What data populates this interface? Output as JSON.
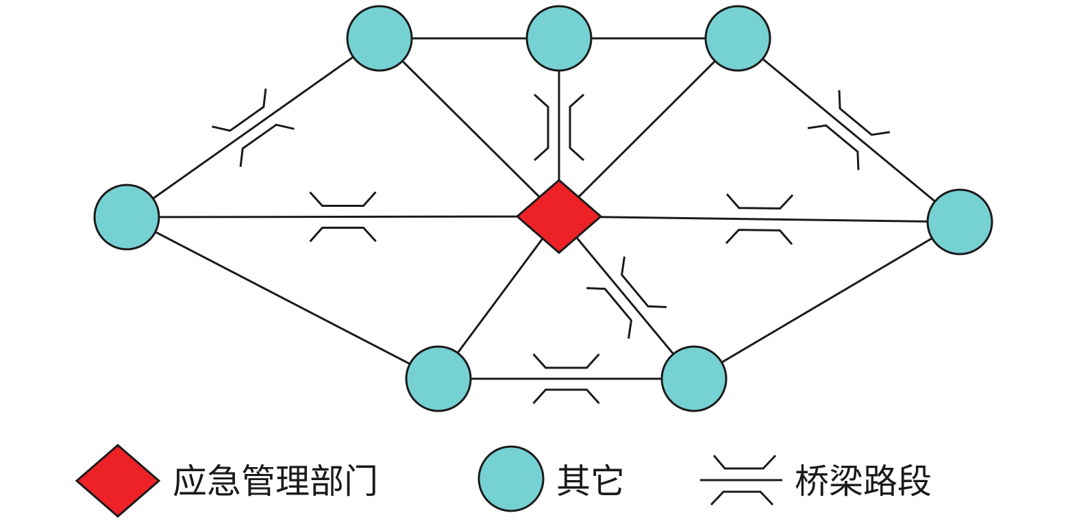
{
  "colors": {
    "node_fill": "#76d1d3",
    "center_fill": "#ec2227",
    "stroke": "#1a1a1a",
    "background": "#ffffff"
  },
  "legend": {
    "emergency_dept": {
      "label": "应急管理部门",
      "symbol": "red-diamond"
    },
    "other": {
      "label": "其它",
      "symbol": "cyan-circle"
    },
    "bridge": {
      "label": "桥梁路段",
      "symbol": "bridge-symbol"
    }
  },
  "nodes": [
    {
      "id": "n-top-left",
      "type": "other"
    },
    {
      "id": "n-top-center",
      "type": "other"
    },
    {
      "id": "n-top-right",
      "type": "other"
    },
    {
      "id": "n-left",
      "type": "other"
    },
    {
      "id": "n-right",
      "type": "other"
    },
    {
      "id": "n-bottom-left",
      "type": "other"
    },
    {
      "id": "n-bottom-right",
      "type": "other"
    },
    {
      "id": "n-center",
      "type": "emergency_dept"
    }
  ],
  "edges": [
    {
      "from": "n-top-left",
      "to": "n-top-center",
      "bridge": false
    },
    {
      "from": "n-top-center",
      "to": "n-top-right",
      "bridge": false
    },
    {
      "from": "n-top-left",
      "to": "n-left",
      "bridge": true
    },
    {
      "from": "n-top-left",
      "to": "n-center",
      "bridge": false
    },
    {
      "from": "n-top-center",
      "to": "n-center",
      "bridge": true
    },
    {
      "from": "n-top-right",
      "to": "n-center",
      "bridge": false
    },
    {
      "from": "n-top-right",
      "to": "n-right",
      "bridge": true
    },
    {
      "from": "n-left",
      "to": "n-center",
      "bridge": true
    },
    {
      "from": "n-center",
      "to": "n-right",
      "bridge": true
    },
    {
      "from": "n-left",
      "to": "n-bottom-left",
      "bridge": false
    },
    {
      "from": "n-center",
      "to": "n-bottom-left",
      "bridge": false
    },
    {
      "from": "n-center",
      "to": "n-bottom-right",
      "bridge": true
    },
    {
      "from": "n-bottom-left",
      "to": "n-bottom-right",
      "bridge": true
    },
    {
      "from": "n-bottom-right",
      "to": "n-right",
      "bridge": false
    }
  ]
}
